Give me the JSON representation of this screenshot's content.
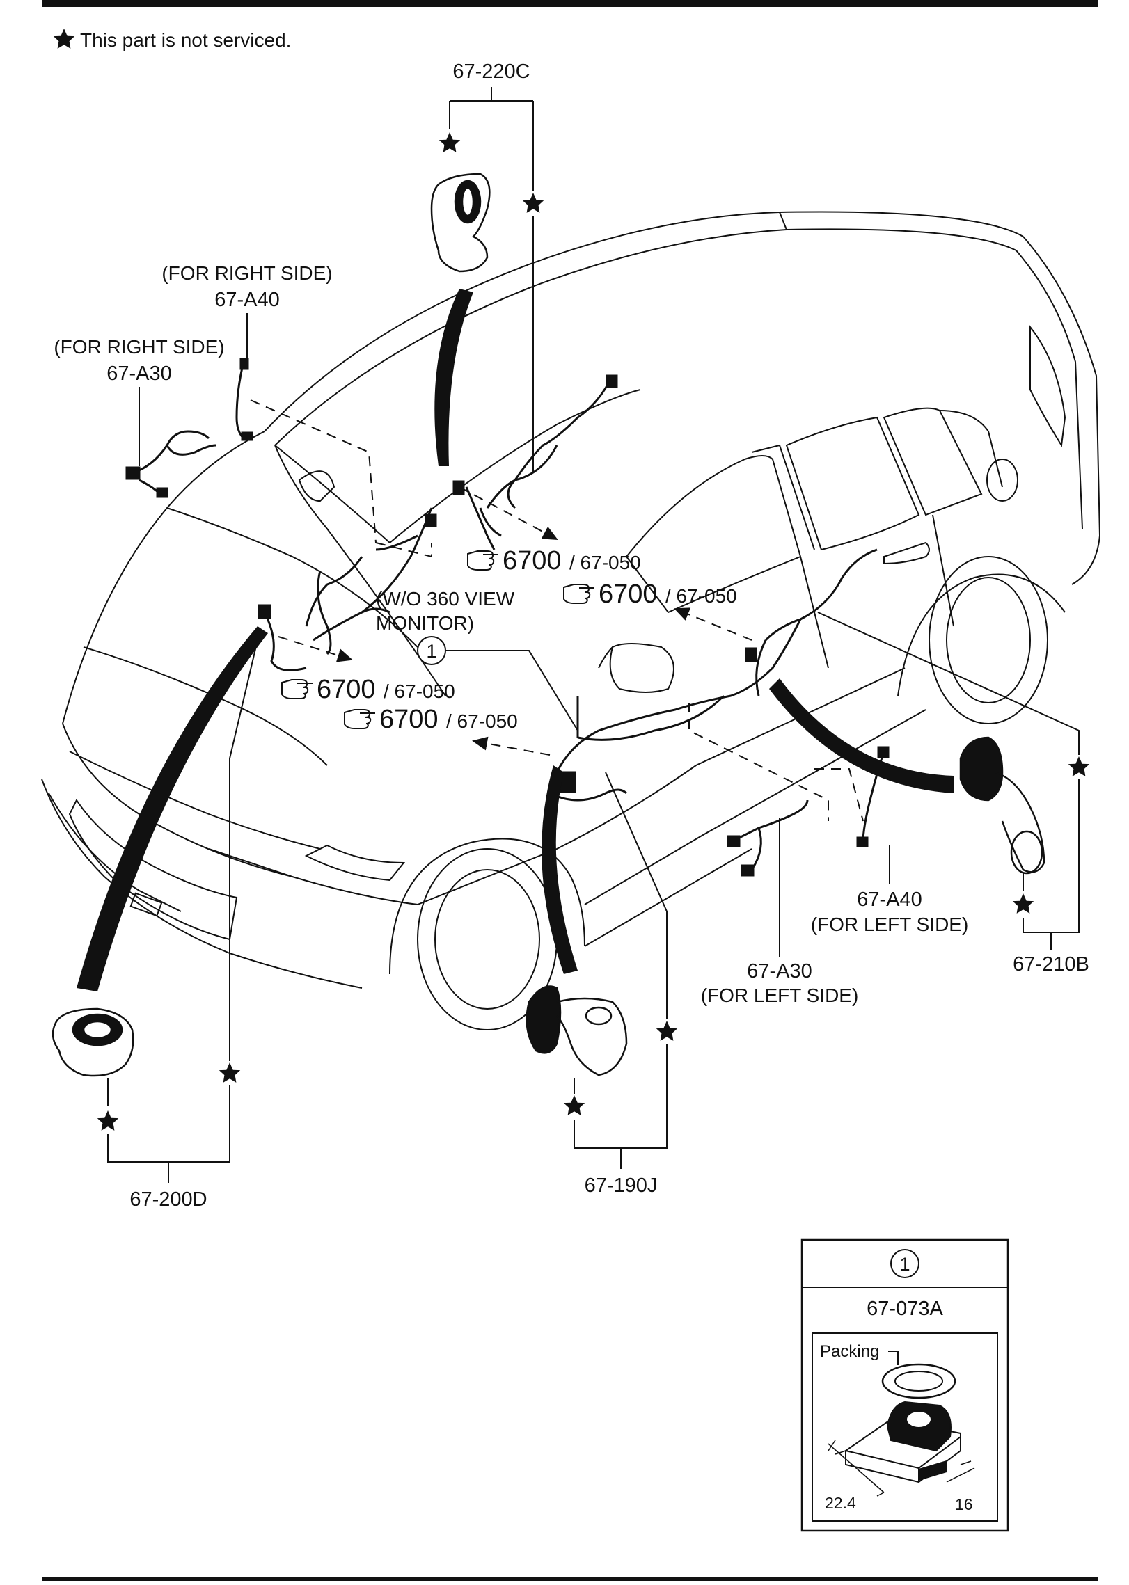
{
  "note": {
    "icon": "star-icon",
    "text": "This part is not serviced."
  },
  "parts": {
    "p220c": "67-220C",
    "a40_right": {
      "side": "(FOR RIGHT SIDE)",
      "part": "67-A40"
    },
    "a30_right": {
      "side": "(FOR RIGHT SIDE)",
      "part": "67-A30"
    },
    "wo360": {
      "line1": "(W/O 360 VIEW",
      "line2": "MONITOR)"
    },
    "a40_left": {
      "part": "67-A40",
      "side": "(FOR LEFT SIDE)"
    },
    "a30_left": {
      "part": "67-A30",
      "side": "(FOR LEFT SIDE)"
    },
    "p210b": "67-210B",
    "p200d": "67-200D",
    "p190j": "67-190J"
  },
  "refs": [
    {
      "icon": "pointing-hand-icon",
      "number": "6700",
      "sub": "/ 67-050"
    },
    {
      "icon": "pointing-hand-icon",
      "number": "6700",
      "sub": "/ 67-050"
    },
    {
      "icon": "pointing-hand-icon",
      "number": "6700",
      "sub": "/ 67-050"
    },
    {
      "icon": "pointing-hand-icon",
      "number": "6700",
      "sub": "/ 67-050"
    }
  ],
  "callout": "1",
  "inset": {
    "callout": "1",
    "part": "67-073A",
    "packing_label": "Packing",
    "dim_width": "22.4",
    "dim_depth": "16"
  },
  "colors": {
    "ink": "#111111",
    "paper": "#ffffff"
  }
}
